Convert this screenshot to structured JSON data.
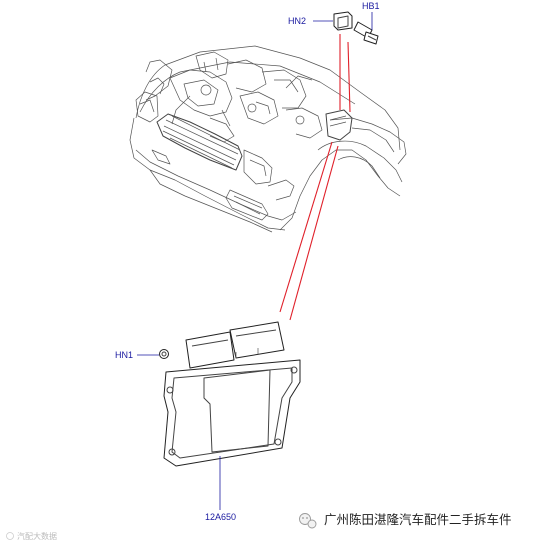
{
  "callouts": {
    "hn2": "HN2",
    "hb1": "HB1",
    "hn1": "HN1",
    "ecu_part": "12A650"
  },
  "footer": {
    "source_text": "广州陈田湛隆汽车配件二手拆车件",
    "watermark_text": "汽配大数据"
  },
  "colors": {
    "callout_blue": "#1a1aa0",
    "leader_red": "#e0202a",
    "line_gray": "#555555"
  },
  "icons": {
    "wechat": "wechat-icon"
  }
}
